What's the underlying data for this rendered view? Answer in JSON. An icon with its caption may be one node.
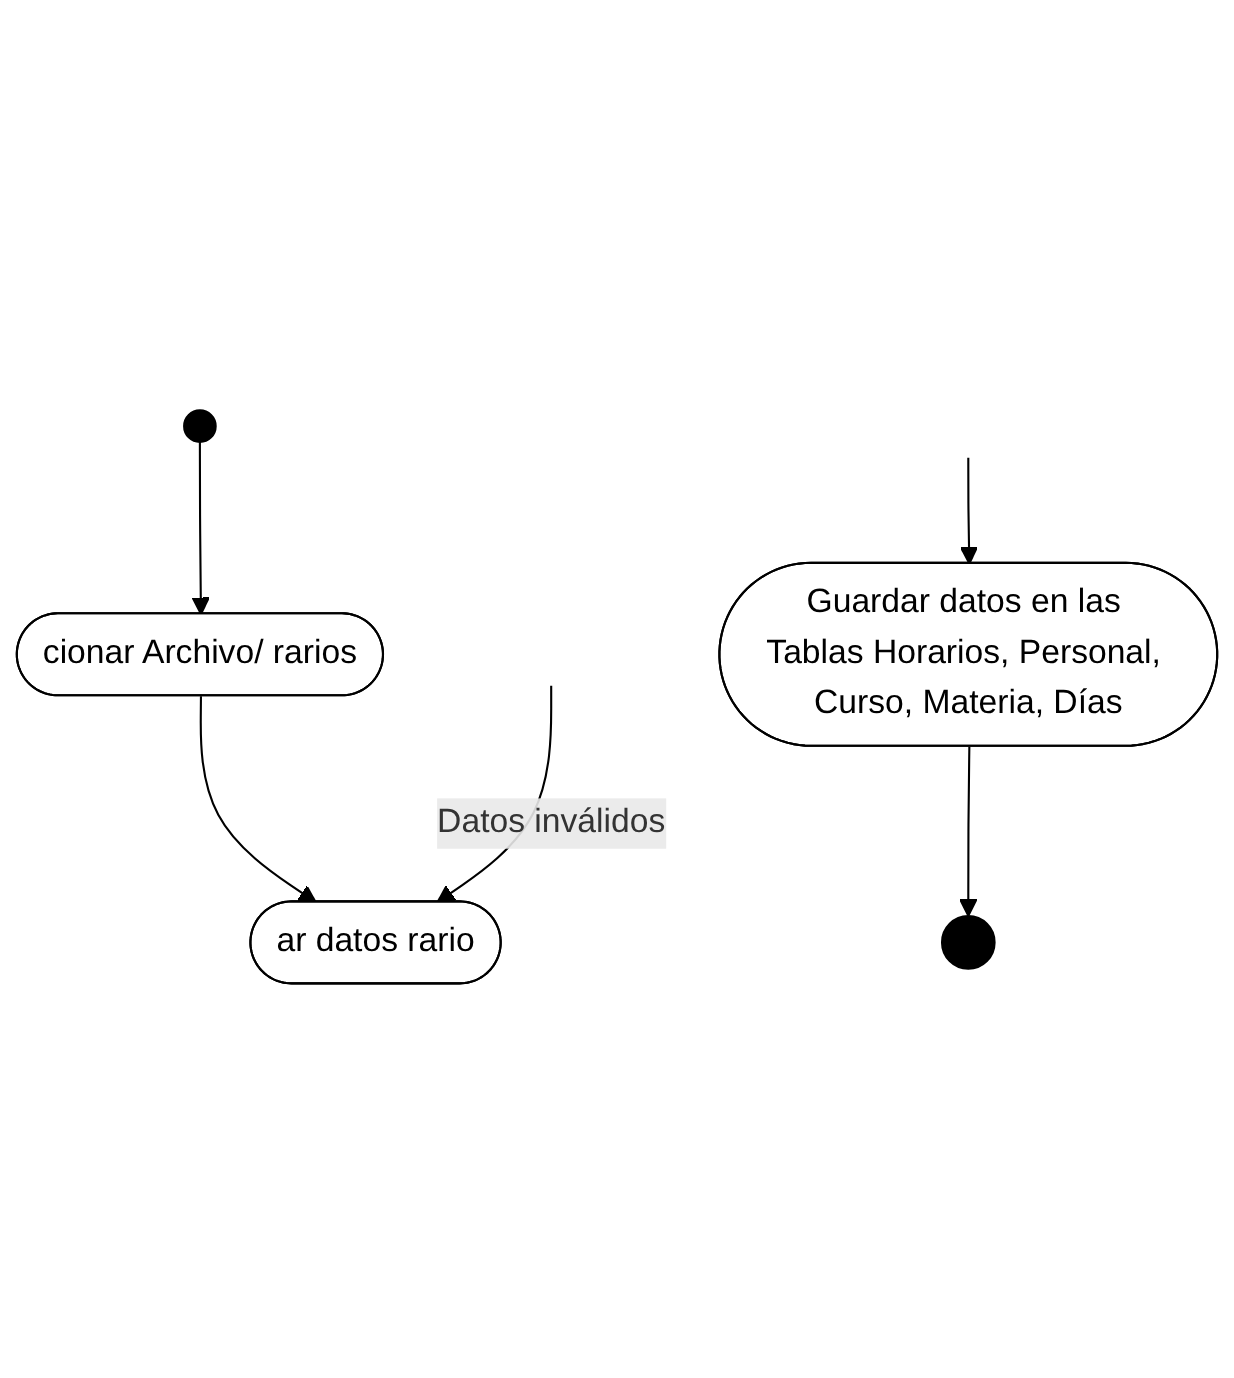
{
  "diagram": {
    "nodes": [
      {
        "text": [],
        "shape": "circle"
      },
      {
        "text": [
          "cionar Archivo/ rarios"
        ]
      },
      {
        "text": [
          "ar datos rario"
        ]
      },
      {
        "text": [
          "Guardar datos en las Tablas Horarios, Personal, Curso, Materia, Días"
        ]
      },
      {
        "text": [],
        "shape": "circle"
      }
    ],
    "edges": [
      {
        "from": 0,
        "to": 1,
        "arrow": "to"
      },
      {
        "from": 1,
        "to": 2,
        "arrow": "to"
      },
      {
        "from": null,
        "to": 2,
        "arrow": "to",
        "label": "Datos inválidos"
      },
      {
        "from": null,
        "to": 3,
        "arrow": "to"
      },
      {
        "from": 3,
        "to": 4,
        "arrow": "to"
      }
    ]
  }
}
